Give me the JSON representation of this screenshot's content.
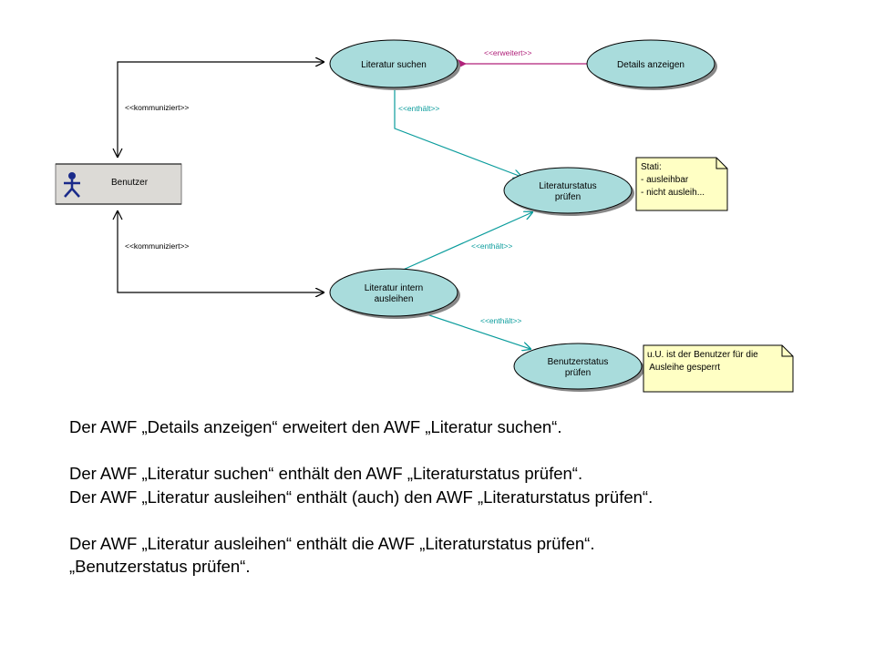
{
  "actor": {
    "label": "Benutzer"
  },
  "use_cases": {
    "literatur_suchen": [
      "Literatur suchen"
    ],
    "details_anzeigen": [
      "Details anzeigen"
    ],
    "literaturstatus_pruefen": [
      "Literaturstatus",
      "prüfen"
    ],
    "literatur_ausleihen": [
      "Literatur intern",
      "ausleihen"
    ],
    "benutzerstatus_pruefen": [
      "Benutzerstatus",
      "prüfen"
    ]
  },
  "stereotypes": {
    "kommuniziert_top": "<<kommuniziert>>",
    "kommuniziert_bottom": "<<kommuniziert>>",
    "erweitert": "<<erweitert>>",
    "enthaelt_1": "<<enthält>>",
    "enthaelt_2": "<<enthält>>",
    "enthaelt_3": "<<enthält>>"
  },
  "notes": {
    "stati": [
      "Stati:",
      "- ausleihbar",
      "- nicht ausleih..."
    ],
    "benutzer": [
      "u.U. ist der Benutzer für die",
      " Ausleihe gesperrt"
    ]
  },
  "colors": {
    "usecase_fill": "#a9dcdc",
    "teal_line": "#0a9c9c",
    "magenta_line": "#b0207a",
    "note_fill": "#ffffc4",
    "actor_box": "#dcdad6"
  },
  "caption": {
    "line1": "Der AWF „Details anzeigen“ erweitert den AWF „Literatur suchen“.",
    "line2": "Der AWF „Literatur suchen“ enthält  den AWF „Literaturstatus prüfen“.",
    "line3": "Der AWF „Literatur ausleihen“ enthält  (auch) den AWF „Literaturstatus prüfen“.",
    "line4": "Der AWF „Literatur ausleihen“ enthält  die AWF  „Literaturstatus prüfen“.",
    "line5": "„Benutzerstatus prüfen“."
  }
}
